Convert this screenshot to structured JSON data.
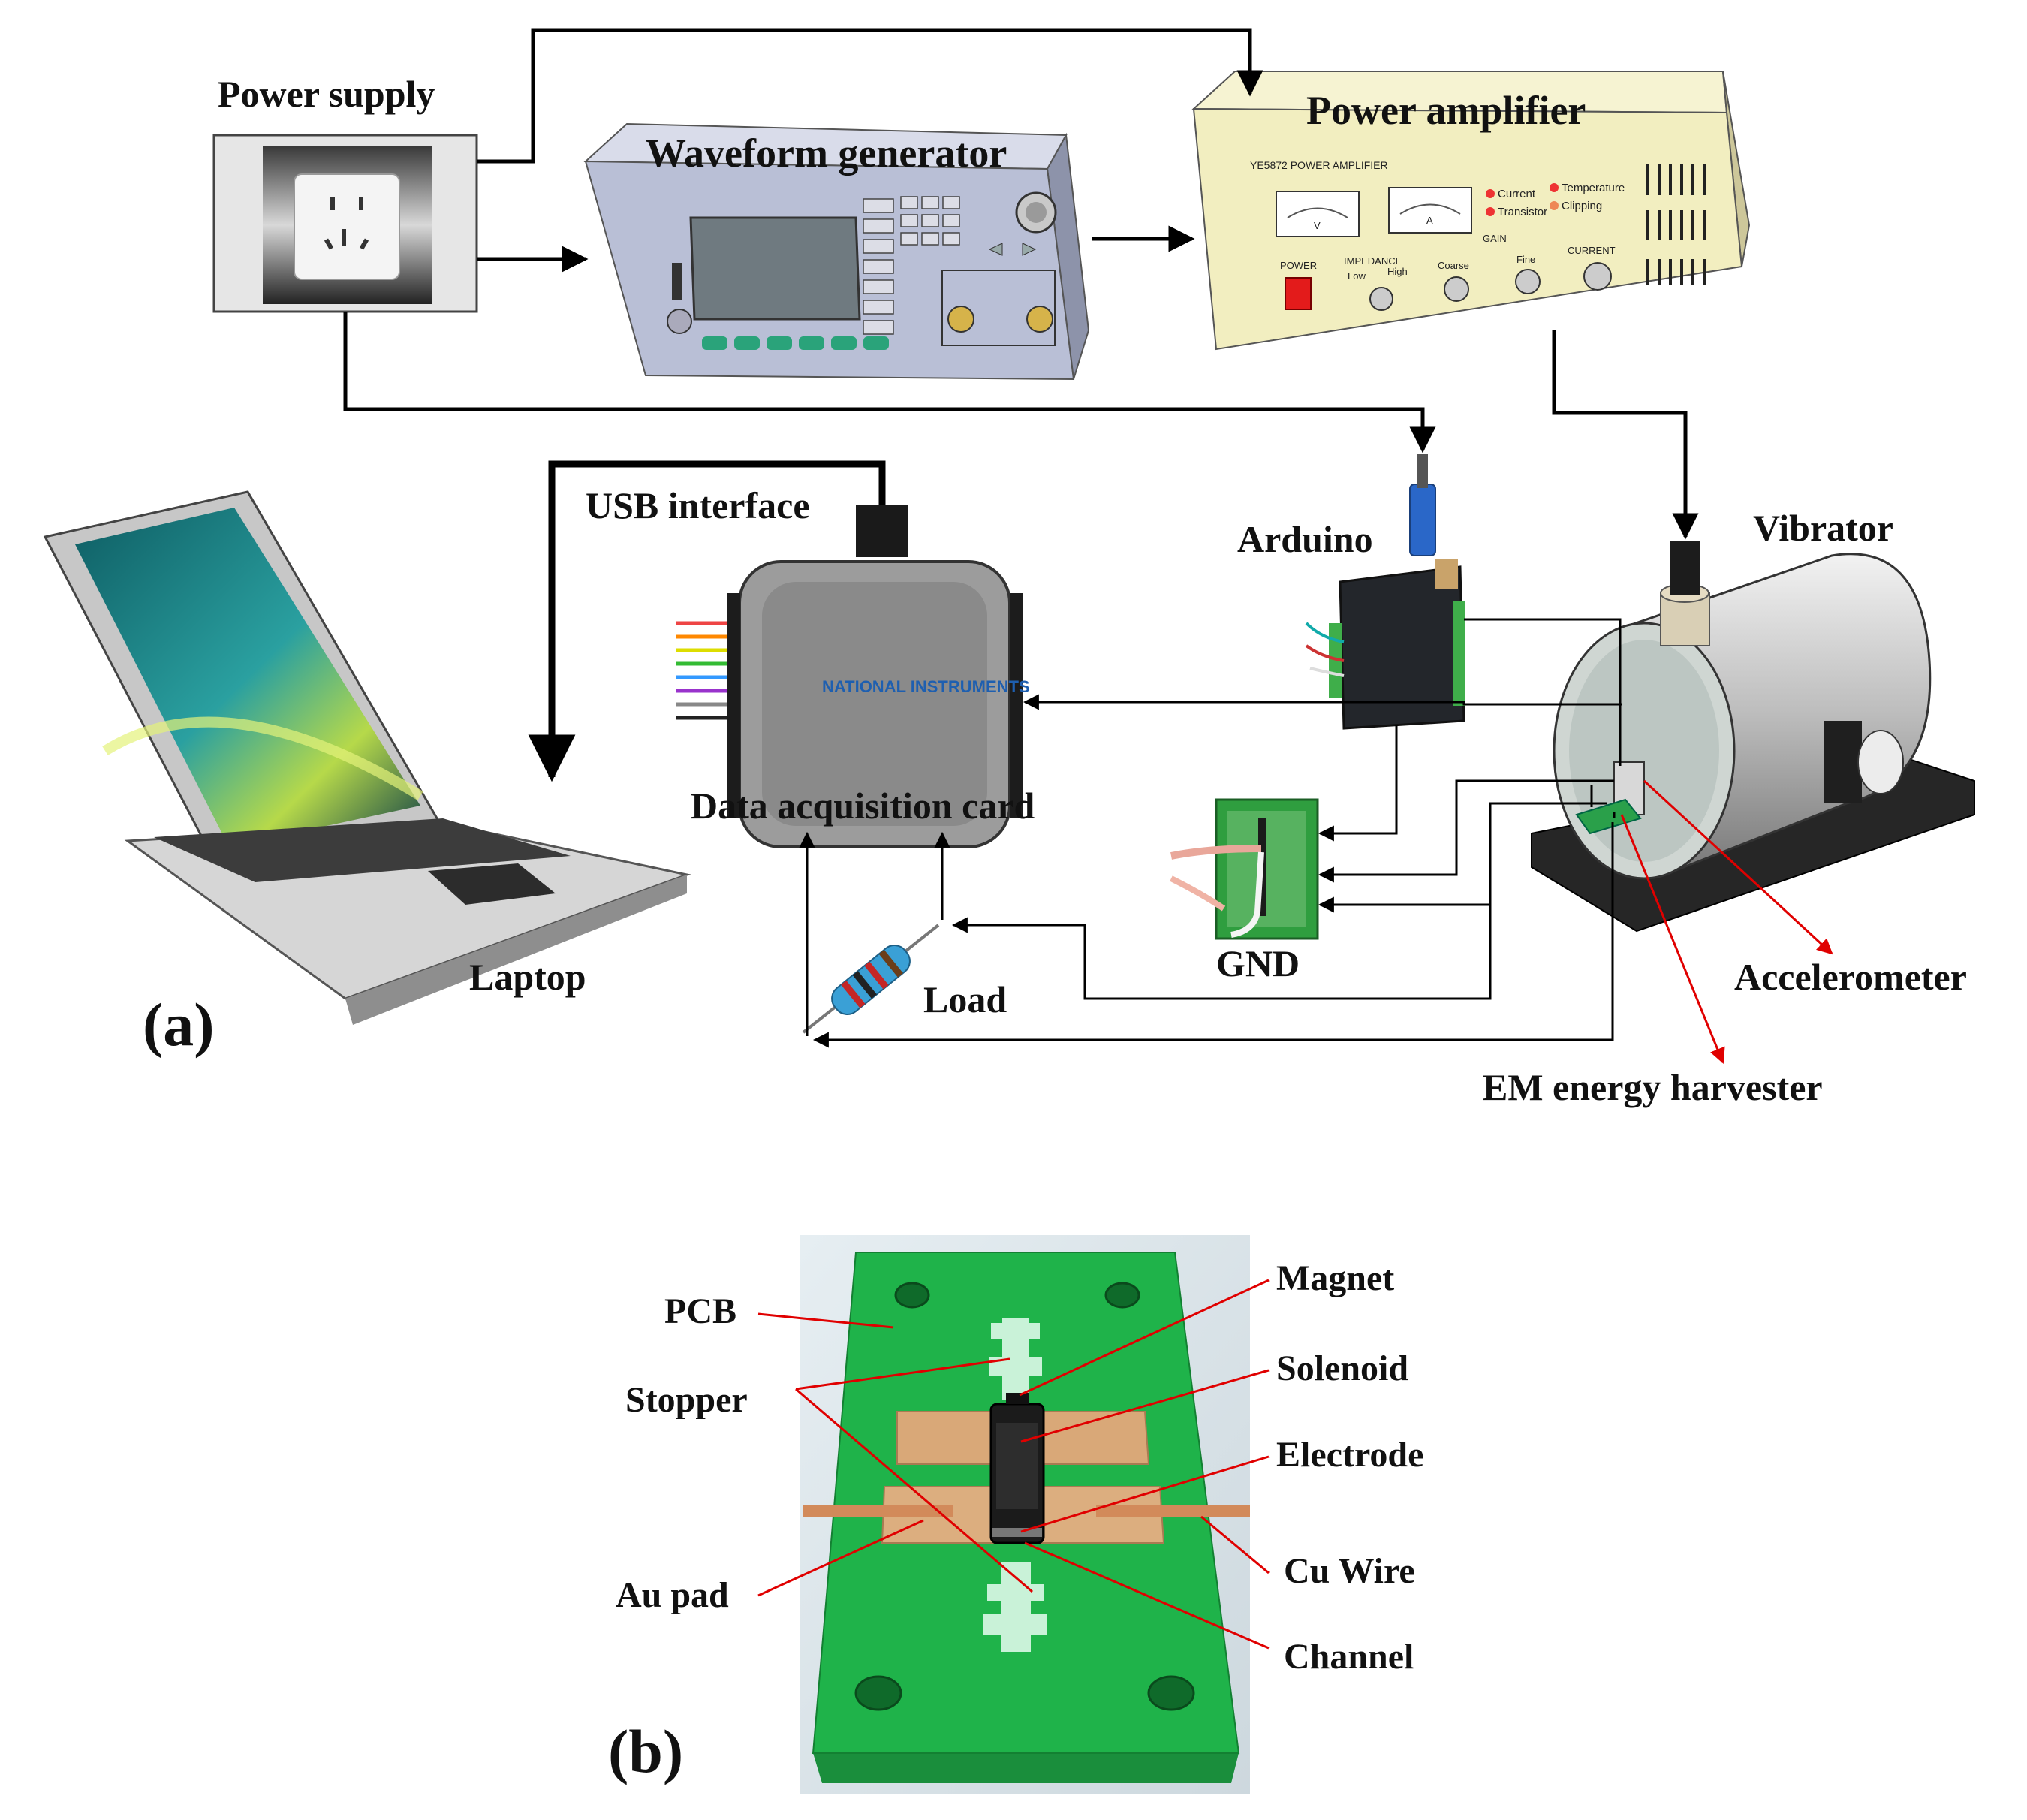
{
  "panel_a": {
    "tag": "(a)",
    "labels": {
      "power_supply": "Power supply",
      "waveform_generator": "Waveform generator",
      "power_amplifier": "Power amplifier",
      "usb_interface": "USB interface",
      "arduino": "Arduino",
      "vibrator": "Vibrator",
      "data_acquisition_card": "Data acquisition card",
      "laptop": "Laptop",
      "gnd": "GND",
      "load": "Load",
      "accelerometer": "Accelerometer",
      "em_energy_harvester": "EM energy harvester"
    },
    "amplifier_panel": {
      "model": "YE5872 POWER AMPLIFIER",
      "meter_v": "V",
      "meter_a": "A",
      "ind_current": "Current",
      "ind_transistor": "Transistor",
      "ind_temperature": "Temperature",
      "ind_clipping": "Clipping",
      "gain": "GAIN",
      "power": "POWER",
      "impedance": "IMPEDANCE",
      "low": "Low",
      "high": "High",
      "coarse": "Coarse",
      "fine": "Fine",
      "current": "CURRENT"
    },
    "daq_logo": "NATIONAL INSTRUMENTS"
  },
  "panel_b": {
    "tag": "(b)",
    "labels": {
      "pcb": "PCB",
      "stopper": "Stopper",
      "au_pad": "Au pad",
      "magnet": "Magnet",
      "solenoid": "Solenoid",
      "electrode": "Electrode",
      "cu_wire": "Cu Wire",
      "channel": "Channel"
    }
  },
  "colors": {
    "wire": "#000000",
    "pointer": "#e00000",
    "pcb_green": "#1fb34a",
    "gold_pad": "#d9a878",
    "amplifier_body": "#f2eec0",
    "generator_body": "#b9bfd6"
  }
}
